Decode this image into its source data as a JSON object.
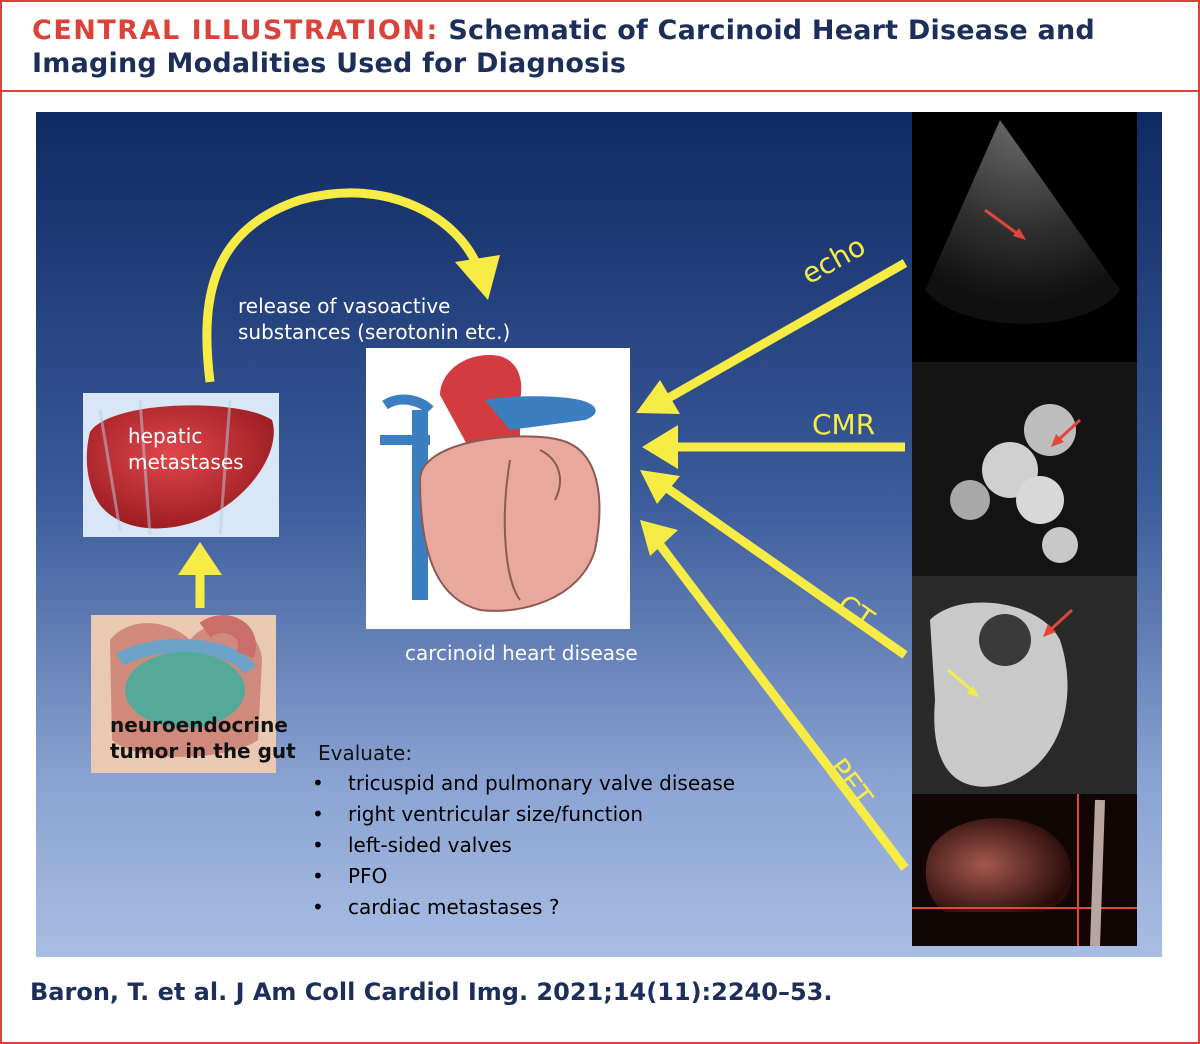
{
  "header": {
    "title_lead": "CENTRAL ILLUSTRATION:",
    "title_rest": "Schematic of Carcinoid Heart Disease and Imaging Modalities Used for Diagnosis"
  },
  "diagram": {
    "release_text_1": "release of vasoactive",
    "release_text_2": "substances (serotonin etc.)",
    "liver_label_1": "hepatic",
    "liver_label_2": "metastases",
    "gut_label_1": "neuroendocrine",
    "gut_label_2": "tumor in the gut",
    "heart_caption": "carcinoid heart disease",
    "evaluate_title": "Evaluate:",
    "evaluate_items": [
      "tricuspid and pulmonary valve disease",
      "right ventricular size/function",
      "left-sided valves",
      "PFO",
      "cardiac metastases ?"
    ],
    "modalities": [
      "echo",
      "CMR",
      "CT",
      "PET"
    ],
    "colors": {
      "arrow": "#f7ec45",
      "accent": "#d9433a",
      "navy": "#1c2f5a"
    }
  },
  "footer": {
    "citation": "Baron, T. et al. J Am Coll Cardiol Img. 2021;14(11):2240–53."
  }
}
